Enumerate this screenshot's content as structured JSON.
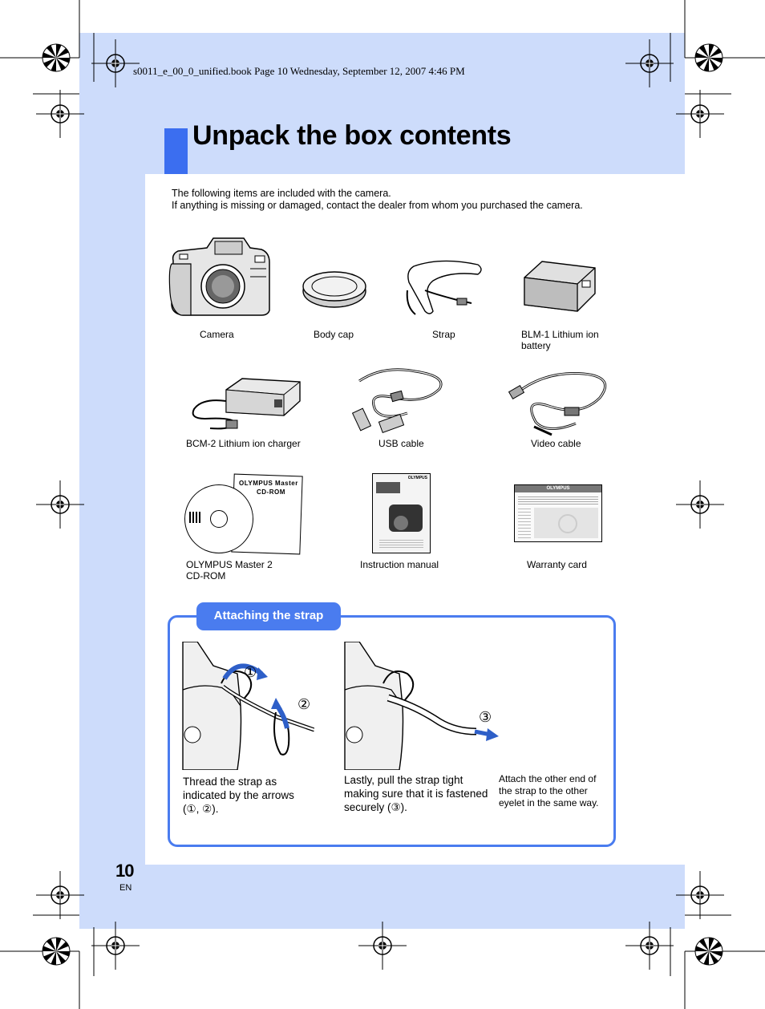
{
  "header_line": "s0011_e_00_0_unified.book  Page 10  Wednesday, September 12, 2007  4:46 PM",
  "title": "Unpack the box contents",
  "intro": {
    "line1": "The following items are included with the camera.",
    "line2": "If anything is missing or damaged, contact the dealer from whom you purchased the camera."
  },
  "items": [
    {
      "label": "Camera",
      "icon": "camera-icon"
    },
    {
      "label": "Body cap",
      "icon": "body-cap-icon"
    },
    {
      "label": "Strap",
      "icon": "strap-icon"
    },
    {
      "label": "BLM-1 Lithium ion battery",
      "icon": "battery-icon"
    },
    {
      "label": "BCM-2 Lithium ion charger",
      "icon": "charger-icon"
    },
    {
      "label": "USB cable",
      "icon": "usb-cable-icon"
    },
    {
      "label": "Video cable",
      "icon": "video-cable-icon"
    },
    {
      "label": "OLYMPUS Master 2 CD-ROM",
      "icon": "cd-rom-icon"
    },
    {
      "label": "Instruction manual",
      "icon": "manual-icon"
    },
    {
      "label": "Warranty card",
      "icon": "warranty-card-icon"
    }
  ],
  "cd_label": {
    "line1": "OLYMPUS Master",
    "line2": "CD-ROM"
  },
  "warranty_brand": "OLYMPUS",
  "manual_brand": "OLYMPUS",
  "strap_section": {
    "title": "Attaching the strap",
    "step1": "Thread the strap as indicated by the arrows (①, ②).",
    "step2": "Lastly, pull the strap tight making sure that it is fastened securely (③).",
    "note": "Attach the other end of the strap to the other eyelet in the same way.",
    "markers": [
      "①",
      "②",
      "③"
    ]
  },
  "page_number": "10",
  "language": "EN",
  "colors": {
    "band": "#cddcfb",
    "accent": "#4a7cef",
    "title_block": "#3b6ef0"
  }
}
